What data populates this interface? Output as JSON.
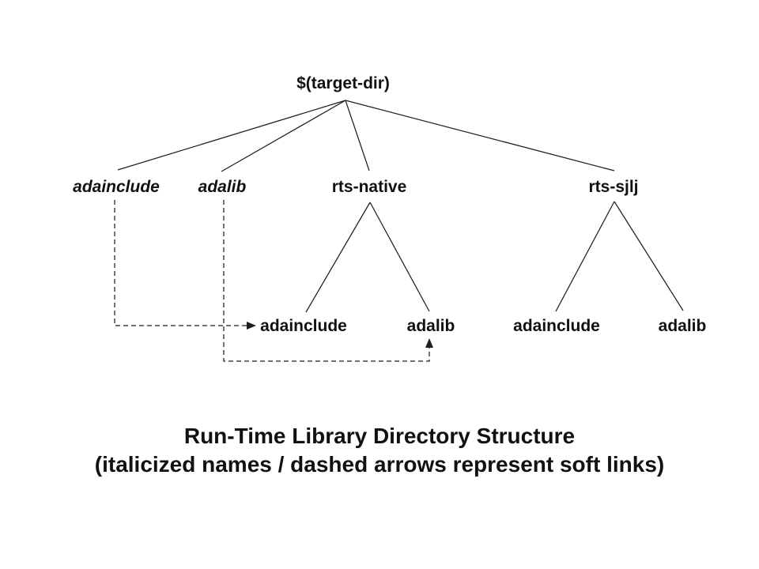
{
  "diagram": {
    "nodes": {
      "root": {
        "label": "$(target-dir)"
      },
      "adainclude_link": {
        "label": "adainclude"
      },
      "adalib_link": {
        "label": "adalib"
      },
      "rts_native": {
        "label": "rts-native"
      },
      "rts_sjlj": {
        "label": "rts-sjlj"
      },
      "native_adainclude": {
        "label": "adainclude"
      },
      "native_adalib": {
        "label": "adalib"
      },
      "sjlj_adainclude": {
        "label": "adainclude"
      },
      "sjlj_adalib": {
        "label": "adalib"
      }
    }
  },
  "caption": {
    "title": "Run-Time Library Directory Structure",
    "subtitle": "(italicized names / dashed arrows represent soft links)"
  },
  "colors": {
    "background": "#ffffff",
    "line": "#1f1f1f",
    "text": "#111111"
  }
}
